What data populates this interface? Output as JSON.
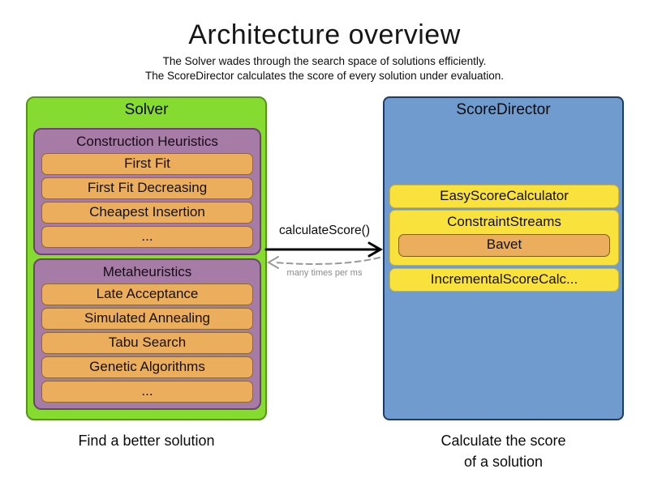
{
  "title": "Architecture overview",
  "subtitle": {
    "line1": "The Solver wades through the search space of solutions efficiently.",
    "line2": "The ScoreDirector calculates the score of every solution under evaluation."
  },
  "solver": {
    "label": "Solver",
    "caption": "Find a better solution",
    "groups": [
      {
        "label": "Construction Heuristics",
        "items": [
          "First Fit",
          "First Fit Decreasing",
          "Cheapest Insertion",
          "..."
        ]
      },
      {
        "label": "Metaheuristics",
        "items": [
          "Late Acceptance",
          "Simulated Annealing",
          "Tabu Search",
          "Genetic Algorithms",
          "..."
        ]
      }
    ]
  },
  "score_director": {
    "label": "ScoreDirector",
    "caption": {
      "line1": "Calculate the score",
      "line2": "of a solution"
    },
    "calculators": [
      {
        "label": "EasyScoreCalculator"
      },
      {
        "label": "ConstraintStreams",
        "children": [
          "Bavet"
        ]
      },
      {
        "label": "IncrementalScoreCalc..."
      }
    ]
  },
  "arrows": {
    "call_label": "calculateScore()",
    "frequency_label": "many times per ms"
  },
  "colors": {
    "solver-fill": "#85db2f",
    "solver-border": "#56941c",
    "phase-fill": "#a67ba6",
    "phase-border": "#6e4374",
    "algorithm-fill": "#ebae5c",
    "algorithm-border": "#8f6a28",
    "director-fill": "#6f9bce",
    "director-border": "#1e3c64",
    "calculator-fill": "#f9e23c",
    "calculator-border": "#cdb52c",
    "arrow-solid": "#000000",
    "arrow-dashed": "#999999"
  }
}
